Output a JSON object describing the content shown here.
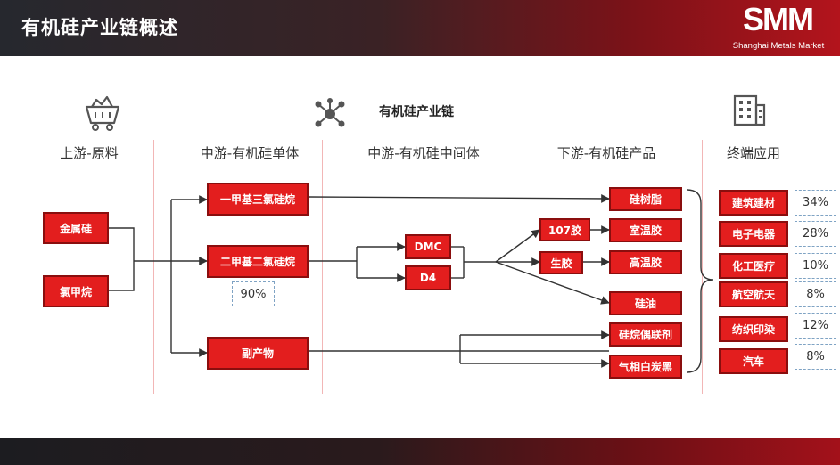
{
  "header": {
    "title": "有机硅产业链概述",
    "logo": "SMM",
    "logo_sub": "Shanghai Metals Market"
  },
  "diagram": {
    "title": "有机硅产业链",
    "columns": [
      "上游-原料",
      "中游-有机硅单体",
      "中游-有机硅中间体",
      "下游-有机硅产品",
      "终端应用"
    ],
    "upstream": [
      "金属硅",
      "氯甲烷"
    ],
    "monomers": [
      "一甲基三氯硅烷",
      "二甲基二氯硅烷",
      "副产物"
    ],
    "monomer_share": "90%",
    "intermediates": [
      "DMC",
      "D4"
    ],
    "rubbers": [
      "107胶",
      "生胶"
    ],
    "products": [
      "硅树脂",
      "室温胶",
      "高温胶",
      "硅油",
      "硅烷偶联剂",
      "气相白炭黑"
    ],
    "applications": [
      {
        "name": "建筑建材",
        "share": "34%"
      },
      {
        "name": "电子电器",
        "share": "28%"
      },
      {
        "name": "化工医疗",
        "share": "10%"
      },
      {
        "name": "航空航天",
        "share": "8%"
      },
      {
        "name": "纺织印染",
        "share": "12%"
      },
      {
        "name": "汽车",
        "share": "8%"
      }
    ],
    "colors": {
      "box": "#e31e1e",
      "box_border": "#8a0e0e",
      "line": "#333333",
      "divider": "#f2b6b6"
    }
  }
}
